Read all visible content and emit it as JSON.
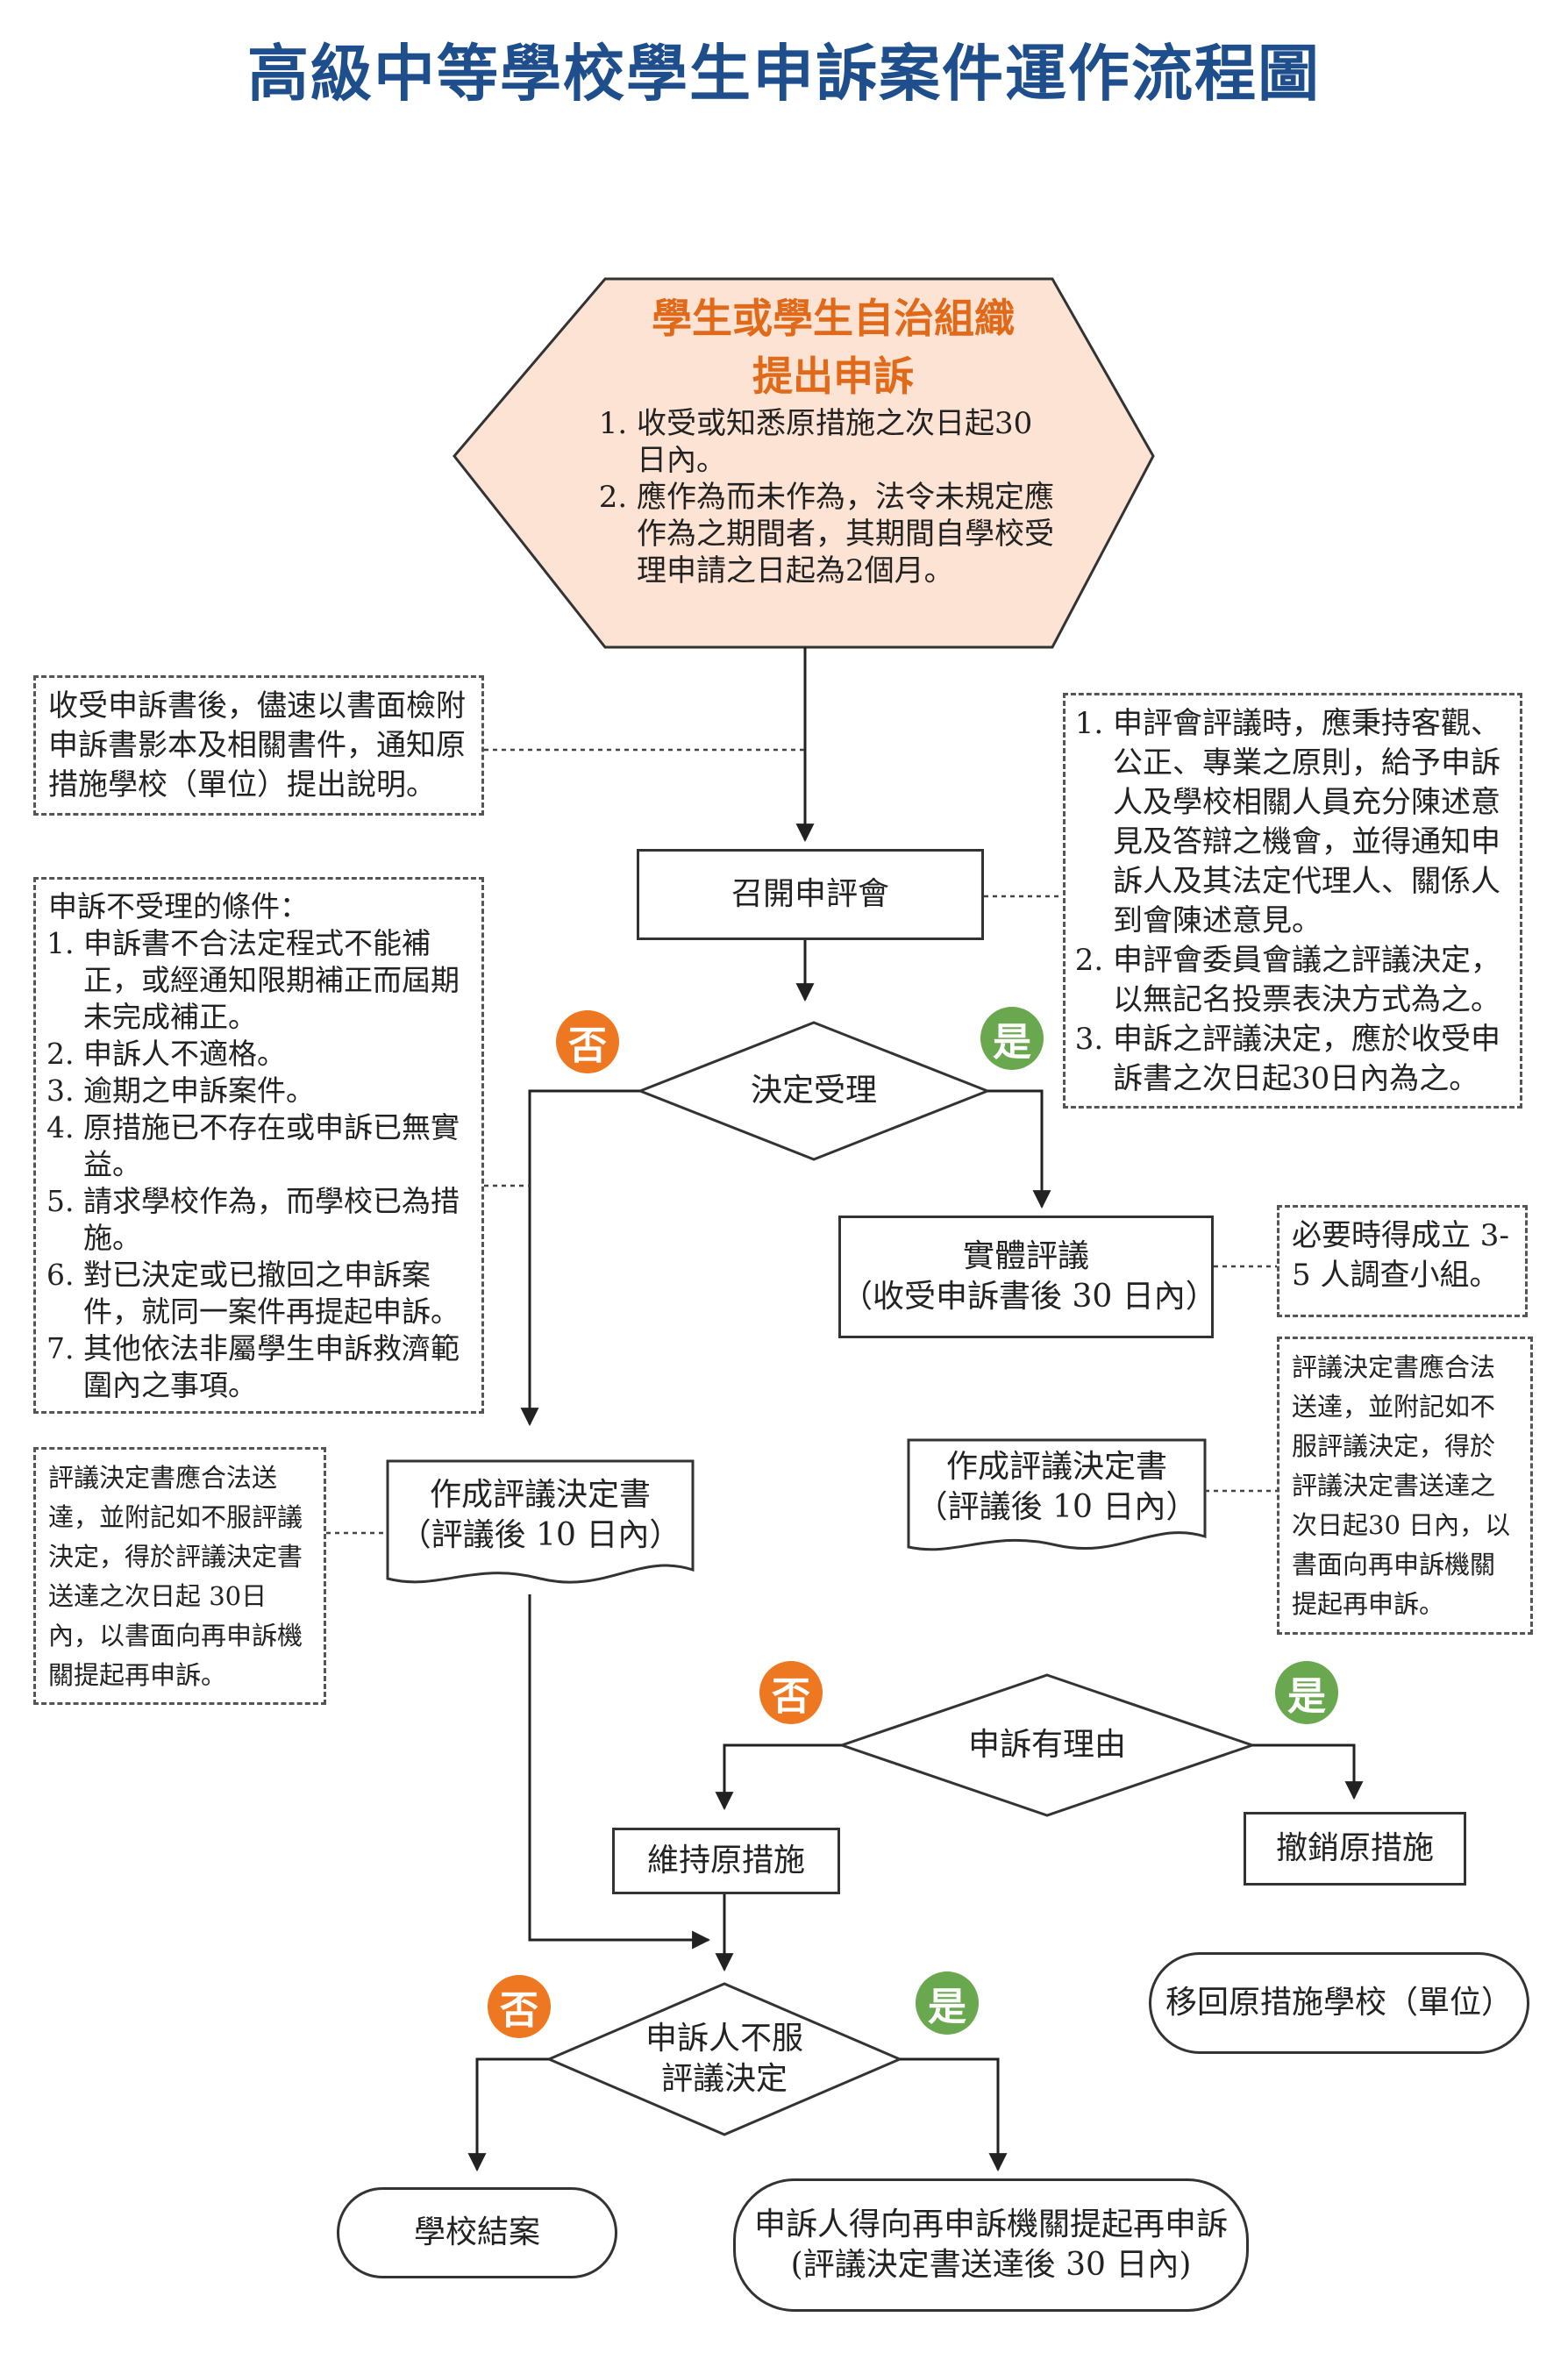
{
  "title": "高級中等學校學生申訴案件運作流程圖",
  "start": {
    "title_line1": "學生或學生自治組織",
    "title_line2": "提出申訴",
    "items": [
      "收受或知悉原措施之次日起30日內。",
      "應作為而未作為，法令未規定應作為之期間者，其期間自學校受理申請之日起為2個月。"
    ]
  },
  "note_notify": "收受申訴書後，儘速以書面檢附申訴書影本及相關書件，通知原措施學校（單位）提出說明。",
  "convene": "召開申評會",
  "note_review": {
    "items": [
      "申評會評議時，應秉持客觀、公正、專業之原則，給予申訴人及學校相關人員充分陳述意見及答辯之機會，並得通知申訴人及其法定代理人、關係人到會陳述意見。",
      "申評會委員會議之評議決定，以無記名投票表決方式為之。",
      "申訴之評議決定，應於收受申訴書之次日起30日內為之。"
    ]
  },
  "note_reject": {
    "heading": "申訴不受理的條件：",
    "items": [
      "申訴書不合法定程式不能補正，或經通知限期補正而屆期未完成補正。",
      "申訴人不適格。",
      "逾期之申訴案件。",
      "原措施已不存在或申訴已無實益。",
      "請求學校作為，而學校已為措施。",
      "對已決定或已撤回之申訴案件，就同一案件再提起申訴。",
      "其他依法非屬學生申訴救濟範圍內之事項。"
    ]
  },
  "decide_accept": "決定受理",
  "no_label": "否",
  "yes_label": "是",
  "substantive": {
    "line1": "實體評議",
    "line2": "（收受申訴書後 30 日內）"
  },
  "note_group": "必要時得成立 3-5 人調查小組。",
  "decision_left": {
    "line1": "作成評議決定書",
    "line2": "（評議後 10 日內）"
  },
  "decision_right": {
    "line1": "作成評議決定書",
    "line2": "（評議後 10 日內）"
  },
  "note_left_deliver": "評議決定書應合法送達，並附記如不服評議決定，得於評議決定書送達之次日起 30日內，以書面向再申訴機關提起再申訴。",
  "note_right_deliver": "評議決定書應合法送達，並附記如不服評議決定，得於評議決定書送達之次日起30 日內，以書面向再申訴機關提起再申訴。",
  "decide_reason": "申訴有理由",
  "maintain": "維持原措施",
  "revoke": "撤銷原措施",
  "return_school": "移回原措施學校（單位）",
  "decide_disagree": {
    "line1": "申訴人不服",
    "line2": "評議決定"
  },
  "school_close": "學校結案",
  "reappeal": {
    "line1": "申訴人得向再申訴機關提起再申訴",
    "line2": "(評議決定書送達後 30 日內)"
  }
}
